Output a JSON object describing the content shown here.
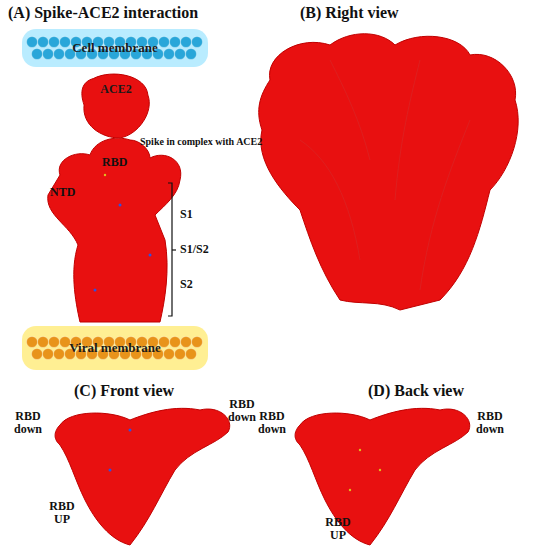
{
  "diagram": {
    "nodes": [
      {
        "text": [
          "Cell membrane"
        ]
      },
      {
        "text": [
          "ACE2"
        ]
      },
      {
        "text": [
          "Viral membrane"
        ]
      }
    ],
    "labels": [
      "(A) Spike-ACE2 interaction",
      "Spike in complex with ACE2",
      "NTD",
      "RBD",
      "S1",
      "S1/S2",
      "S2",
      "(B) Right view",
      "(C) Front view",
      "RBD down",
      "RBD down",
      "RBD UP",
      "(D) Back view",
      "RBD down",
      "RBD down",
      "RBD UP"
    ]
  }
}
